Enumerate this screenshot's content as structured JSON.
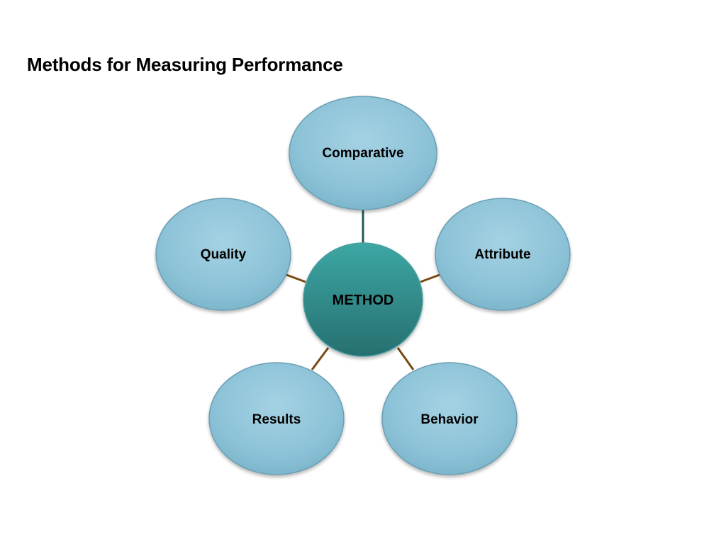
{
  "title": "Methods for Measuring Performance",
  "diagram": {
    "center": {
      "label": "METHOD"
    },
    "nodes": [
      {
        "id": "comparative",
        "label": "Comparative"
      },
      {
        "id": "attribute",
        "label": "Attribute"
      },
      {
        "id": "behavior",
        "label": "Behavior"
      },
      {
        "id": "results",
        "label": "Results"
      },
      {
        "id": "quality",
        "label": "Quality"
      }
    ]
  },
  "colors": {
    "node_fill": "#8dc3d8",
    "node_stroke": "#6a9fb4",
    "center_fill": "#2f8a87",
    "center_stroke": "#4a9fa0",
    "connector_top": "#1f5a5c",
    "connector": "#7a4a14"
  }
}
